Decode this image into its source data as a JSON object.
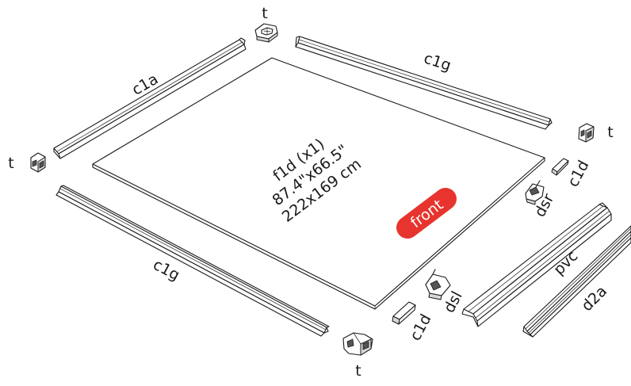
{
  "panel": {
    "line1": "f1d (x1)",
    "line2": "87.4\"x66.5\"",
    "line3": "222x169 cm",
    "badge": "front",
    "badge_color": "#e8342e"
  },
  "parts": {
    "c1a": "c1a",
    "c1g_top": "c1g",
    "c1g_bottom": "c1g",
    "c1d_right": "c1d",
    "c1d_bottom": "c1d",
    "dsr": "dsr",
    "dsl": "dsl",
    "pvc": "pvc",
    "d2a": "d2a",
    "t_top": "t",
    "t_left": "t",
    "t_right": "t",
    "t_bottom": "t"
  }
}
